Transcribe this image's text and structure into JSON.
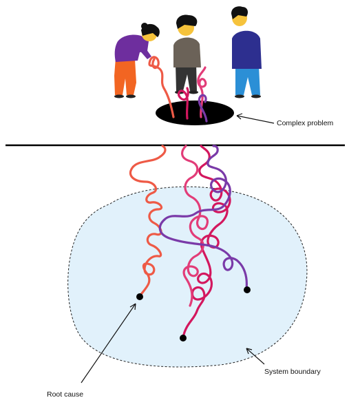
{
  "labels": {
    "complex_problem": "Complex problem",
    "system_boundary": "System boundary",
    "root_cause": "Root cause"
  },
  "colors": {
    "boundary_fill": "#e1f1fb",
    "thread_red": "#ee5a46",
    "thread_magenta": "#d3175e",
    "thread_pink": "#e23c78",
    "thread_purple": "#7a3aa8",
    "person_left_shirt": "#6e2e9e",
    "person_left_pants": "#f26522",
    "person_middle_shirt": "#6b6258",
    "person_middle_pants": "#333333",
    "person_right_shirt": "#2d2f8f",
    "person_right_pants": "#2b8fd6",
    "skin": "#f6c33c",
    "hair": "#111111"
  },
  "illustration": {
    "people": [
      "person-left",
      "person-middle",
      "person-right"
    ],
    "threads": [
      "red-thread",
      "magenta-thread",
      "pink-thread",
      "purple-thread"
    ]
  }
}
